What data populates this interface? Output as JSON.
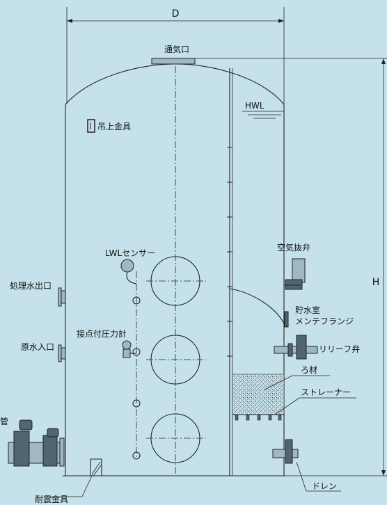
{
  "dimensions": {
    "width_symbol": "D",
    "height_symbol": "H"
  },
  "labels": {
    "vent": "通気口",
    "lifting_lug": "吊上金具",
    "hwl": "HWL",
    "lwl_sensor": "LWLセンサー",
    "treated_outlet": "処理水出口",
    "raw_inlet": "原水入口",
    "pipe_partial": "管",
    "pressure_gauge": "接点付圧力計",
    "air_release_valve": "空気抜弁",
    "storage_flange_1": "貯水室",
    "storage_flange_2": "メンテフランジ",
    "relief_valve": "リリーフ弁",
    "filter_media": "ろ材",
    "strainer": "ストレーナー",
    "seismic_bracket": "耐震金具",
    "drain": "ドレン"
  },
  "colors": {
    "background": "#c5e2ec",
    "line": "#222222",
    "equipment": "#9fb8c4",
    "equipment_dark": "#4f6570"
  },
  "icons": [
    "lifting-lug-icon",
    "manhole-icon",
    "valve-icon",
    "flange-icon",
    "strainer-nozzle-icon"
  ]
}
